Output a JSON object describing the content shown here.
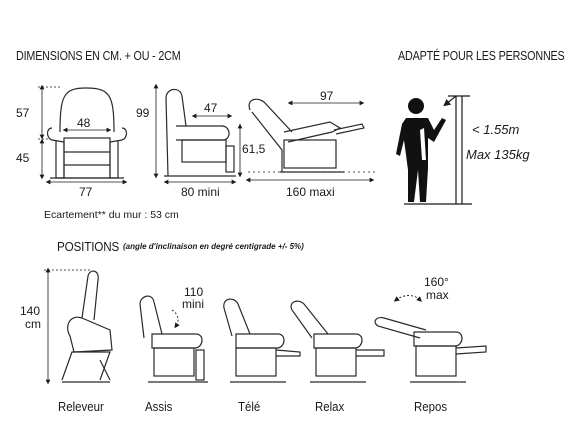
{
  "header": {
    "dimensions_title": "DIMENSIONS EN CM. + OU - 2CM",
    "adapted_title": "ADAPTÉ POUR LES PERSONNES"
  },
  "dimensions": {
    "front_height": "57",
    "front_width_inner": "48",
    "front_seat_height": "45",
    "front_width_total": "77",
    "side_height": "99",
    "side_depth_top": "47",
    "side_seat": "61,5",
    "side_depth_total": "80 mini",
    "recline_top": "97",
    "recline_total": "160 maxi"
  },
  "wall_spacing": "Ecartement** du mur : 53 cm",
  "person": {
    "height": "< 1.55m",
    "weight": "Max 135kg"
  },
  "positions": {
    "title": "POSITIONS",
    "note": "(angle d'inclinaison en degré centigrade +/- 5%)",
    "lift_height": "140",
    "lift_unit": "cm",
    "sit_angle": "110",
    "sit_angle_sub": "mini",
    "rest_angle": "160°",
    "rest_angle_sub": "max",
    "labels": [
      "Releveur",
      "Assis",
      "Télé",
      "Relax",
      "Repos"
    ]
  }
}
